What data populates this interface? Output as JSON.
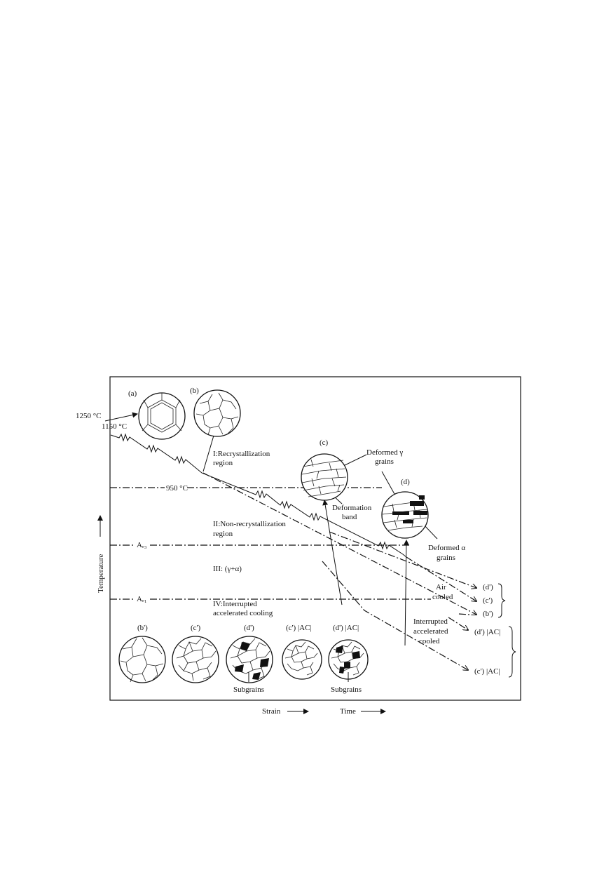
{
  "labels": {
    "a": "(a)",
    "b": "(b)",
    "c": "(c)",
    "d": "(d)",
    "t1250": "1250 °C",
    "t1150": "1150 °C",
    "t950": "950 °C",
    "ar3": "Aₑ₃",
    "ar1": "Aₑ₁",
    "region1_line1": "I:Recrystallization",
    "region1_line2": "region",
    "region2_line1": "II:Non-recrystallization",
    "region2_line2": "region",
    "region3": "III: (γ+α)",
    "region4_line1": "IV:Interrupted",
    "region4_line2": "accelerated cooling",
    "deformed_gamma_line1": "Deformed γ",
    "deformed_gamma_line2": "grains",
    "deformation_band_line1": "Deformation",
    "deformation_band_line2": "band",
    "deformed_alpha_line1": "Deformed α",
    "deformed_alpha_line2": "grains",
    "air_cooled_line1": "Air",
    "air_cooled_line2": "cooled",
    "iac_line1": "Interrupted",
    "iac_line2": "accelerated",
    "iac_line3": "cooled",
    "out_d": "(d')",
    "out_c": "(c')",
    "out_b": "(b')",
    "out_dac": "(d') |AC|",
    "out_cac": "(c') |AC|",
    "bot_b": "(b')",
    "bot_c": "(c')",
    "bot_d": "(d')",
    "bot_cac": "(c') |AC|",
    "bot_dac": "(d') |AC|",
    "subgrains": "Subgrains",
    "y_axis": "Temperature",
    "x_strain": "Strain",
    "x_time": "Time"
  }
}
